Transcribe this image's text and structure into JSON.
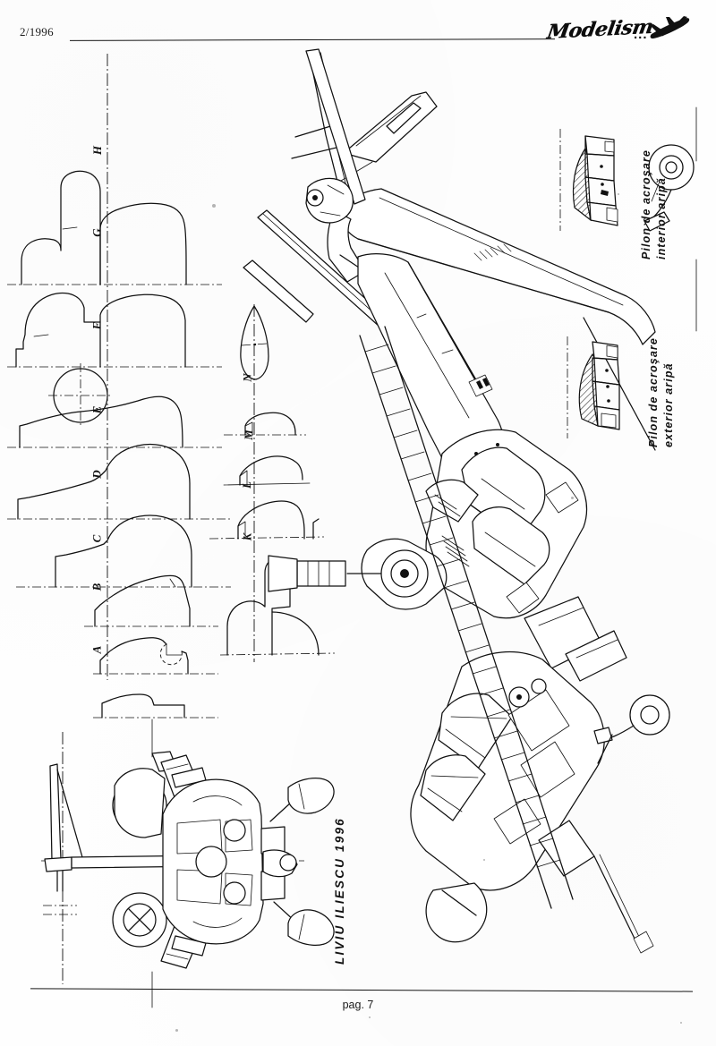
{
  "page": {
    "issue": "2/1996",
    "magazine_logo_text": "Modelism",
    "logo_dots": "...",
    "logo_icon": "aircraft-silhouette-icon",
    "page_label": "pag. 7",
    "credit": "LIVIU ILIESCU 1996"
  },
  "captions": {
    "pylon_inner": "Pilon de acroşare\ninterior  aripă",
    "pylon_inner_line1": "Pilon de acroşare",
    "pylon_inner_line2": "interior  aripă",
    "pylon_outer_line1": "Pilon de acroşare",
    "pylon_outer_line2": "exterior  aripă"
  },
  "sections": {
    "column_left_labels": [
      "H",
      "G",
      "F",
      "E",
      "D",
      "C",
      "B",
      "A"
    ],
    "column_mid_labels": [
      "N",
      "M",
      "L",
      "K"
    ]
  },
  "drawings": {
    "main_view": "helicopter-side-profile",
    "front_view": "helicopter-front-view",
    "detail_inner_pylon": "inner-wing-pylon-cross-section",
    "detail_outer_pylon": "outer-wing-pylon-cross-section"
  }
}
